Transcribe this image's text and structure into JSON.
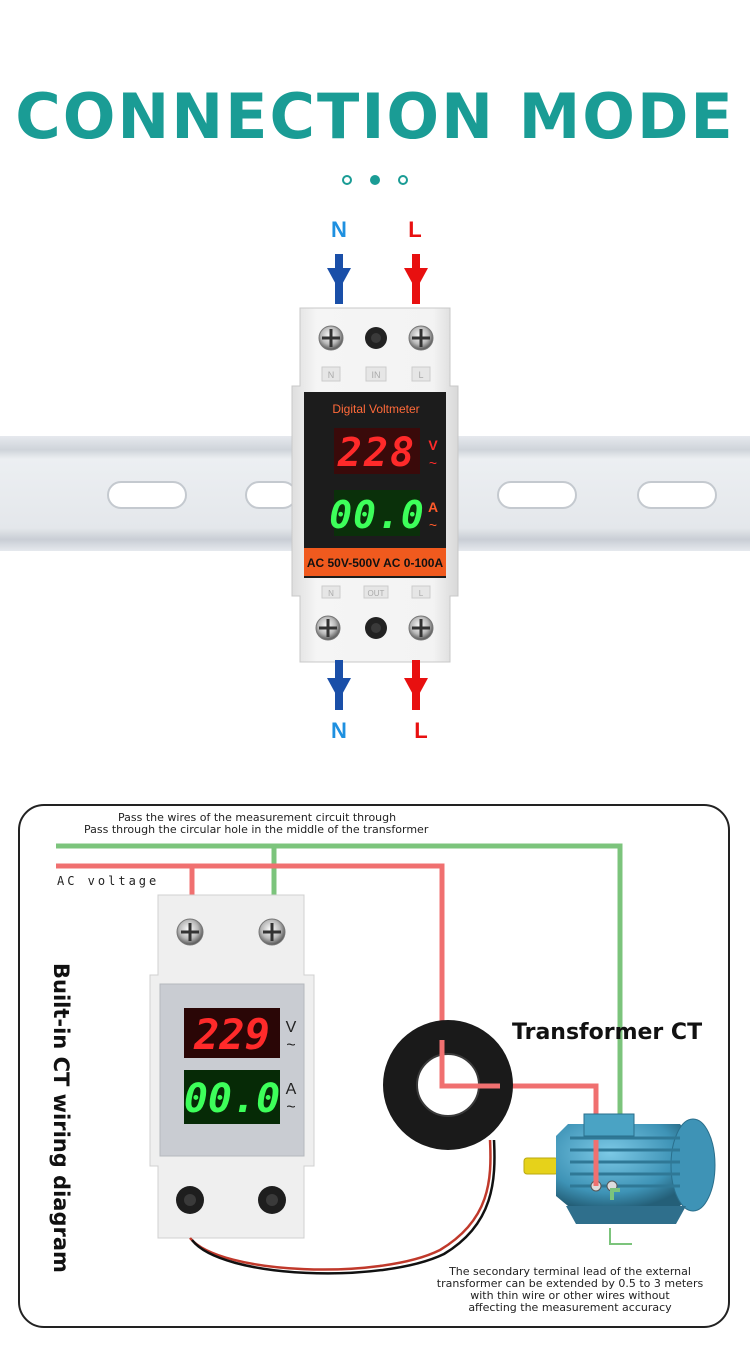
{
  "header": {
    "title": "CONNECTION MODE",
    "accent_color": "#1a9c95"
  },
  "top_diagram": {
    "terminal_top_left": "N",
    "terminal_top_right": "L",
    "terminal_bottom_left": "N",
    "terminal_bottom_right": "L",
    "neutral_color": "#1565c0",
    "live_color": "#e81010",
    "device_label": "Digital Voltmeter",
    "voltage_reading": "228",
    "voltage_unit": "V",
    "current_reading": "00.0",
    "current_unit": "A",
    "ac_symbol": "~",
    "spec_text": "AC 50V-500V  AC 0-100A",
    "slot_in_n": "N",
    "slot_in_mid": "IN",
    "slot_in_l": "L",
    "slot_out_n": "N",
    "slot_out_mid": "OUT",
    "slot_out_l": "L"
  },
  "wiring_diagram": {
    "note_top_line1": "Pass the wires of the measurement circuit through",
    "note_top_line2": "Pass through the circular hole in the middle of the transformer",
    "ac_voltage_label": "AC voltage",
    "vertical_title": "Built-in CT wiring diagram",
    "ct_label": "Transformer CT",
    "voltage_reading": "229",
    "voltage_unit": "V",
    "current_reading": "00.0",
    "current_unit": "A",
    "ac_symbol": "~",
    "note_bottom_line1": "The secondary terminal lead of the external",
    "note_bottom_line2": "transformer can be extended by 0.5 to 3 meters",
    "note_bottom_line3": "with thin wire or other wires without",
    "note_bottom_line4": "affecting the measurement accuracy",
    "wire_red": "#f07070",
    "wire_green": "#7cc47c",
    "motor_color": "#4aa3c4"
  }
}
